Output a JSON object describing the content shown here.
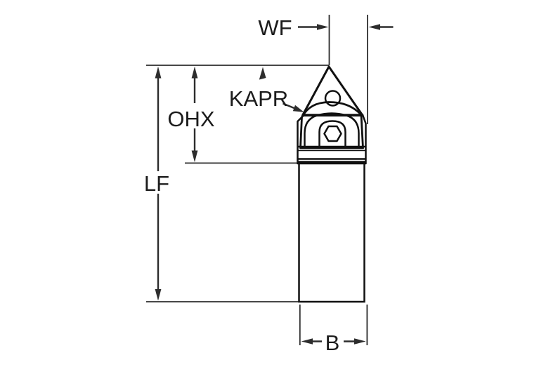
{
  "diagram": {
    "type": "technical-dimension-drawing",
    "description": "Side view of a lathe turning tool holder with triangular insert and dimension callouts",
    "labels": {
      "wf": "WF",
      "kapr": "KAPR",
      "ohx": "OHX",
      "lf": "LF",
      "b": "B"
    },
    "colors": {
      "insert_yellow": "#FFD40A",
      "head_gray": "#C6D1D8",
      "body_gray": "#BDCAD2",
      "outline_dark": "#111111",
      "dimension_gray": "#2D2D2D",
      "background": "#FFFFFF"
    }
  }
}
